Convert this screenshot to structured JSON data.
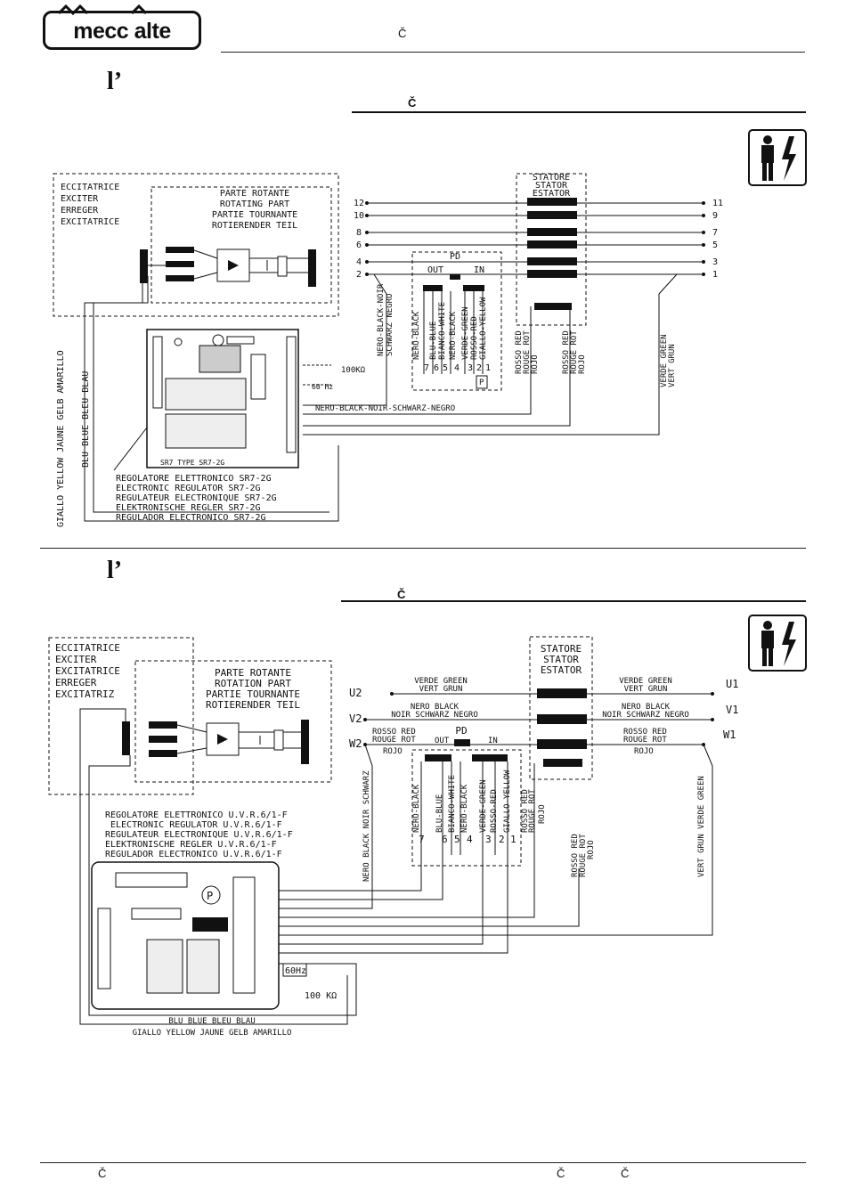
{
  "header": {
    "brand": "mecc alte",
    "top_char": "Č",
    "section1_mark": "l’",
    "section1_char": "Č",
    "section2_mark": "l’",
    "section2_char": "Č"
  },
  "footer": {
    "left_char": "Č",
    "right_char_1": "Č",
    "right_char_2": "Č"
  },
  "icons": {
    "hazard": "electric-shock-hazard-icon",
    "logo": "meccalte-crown-logo-icon"
  },
  "diagram1": {
    "exciter_labels": [
      "ECCITATRICE",
      "EXCITER",
      "ERREGER",
      "EXCITATRICE"
    ],
    "rotating_labels": [
      "PARTE ROTANTE",
      "ROTATING PART",
      "PARTIE TOURNANTE",
      "ROTIERENDER TEIL"
    ],
    "stator_labels": [
      "STATORE",
      "STATOR",
      "ESTATOR"
    ],
    "terminals_left": [
      "12",
      "10",
      "8",
      "6",
      "4",
      "2"
    ],
    "terminals_right": [
      "11",
      "9",
      "7",
      "5",
      "3",
      "1"
    ],
    "pd": "PD",
    "pd_out": "OUT",
    "pd_in": "IN",
    "pot_p": "P",
    "black_wire_left": [
      "NERO-BLACK-NOIR",
      "SCHWARZ NEGRO"
    ],
    "wire_cols": [
      "NERO-BLACK",
      "BLU-BLUE",
      "BIANCO-WHITE",
      "NERO-BLACK",
      "VERDE-GREEN",
      "ROSSO-RED",
      "GIALLO-YELLOW"
    ],
    "wire_nums": [
      "7",
      "6",
      "5",
      "4",
      "3",
      "2",
      "1"
    ],
    "red_left": [
      "ROSSO RED",
      "ROUGE ROT",
      "ROJO"
    ],
    "red_right": [
      "ROSSO RED",
      "ROUGE ROT",
      "ROJO"
    ],
    "green_right": [
      "VERDE GREEN",
      "VERT GRUN"
    ],
    "res_label": "100KΩ",
    "hz_label": "60 Hz",
    "bottom_wire": "NERO-BLACK-NOIR-SCHWARZ-NEGRO",
    "yellow_vertical": "GIALLO YELLOW JAUNE GELB AMARILLO",
    "blue_vertical": "BLU BLUE BLEU BLAU",
    "reg_labels": [
      "REGOLATORE ELETTRONICO SR7-2G",
      "ELECTRONIC REGULATOR SR7-2G",
      "REGULATEUR ELECTRONIQUE SR7-2G",
      "ELEKTRONISCHE REGLER SR7-2G",
      "REGULADOR ELECTRONICO SR7-2G"
    ],
    "board_label": "SR7 TYPE SR7-2G"
  },
  "diagram2": {
    "exciter_labels": [
      "ECCITATRICE",
      "EXCITER",
      "EXCITATRICE",
      "ERREGER",
      "EXCITATRIZ"
    ],
    "rotating_labels": [
      "PARTE ROTANTE",
      "ROTATION PART",
      "PARTIE TOURNANTE",
      "ROTIERENDER TEIL"
    ],
    "stator_labels": [
      "STATORE",
      "STATOR",
      "ESTATOR"
    ],
    "phases_left": [
      "U2",
      "V2",
      "W2"
    ],
    "phases_right": [
      "U1",
      "V1",
      "W1"
    ],
    "u_left": [
      "VERDE GREEN",
      "VERT GRUN"
    ],
    "u_right": [
      "VERDE GREEN",
      "VERT GRUN"
    ],
    "v_left": [
      "NERO BLACK",
      "NOIR SCHWARZ NEGRO"
    ],
    "v_right": [
      "NERO BLACK",
      "NOIR SCHWARZ NEGRO"
    ],
    "w_left": [
      "ROSSO RED",
      "ROUGE ROT",
      "ROJO"
    ],
    "w_right": [
      "ROSSO RED",
      "ROUGE ROT",
      "ROJO"
    ],
    "pd": "PD",
    "pd_out": "OUT",
    "pd_in": "IN",
    "black_vertical": "NERO BLACK NOIR SCHWARZ",
    "wire_cols": [
      "NERO-BLACK",
      "BLU-BLUE",
      "BIANCO-WHITE",
      "NERO-BLACK",
      "VERDE-GREEN",
      "ROSSO-RED",
      "GIALLO-YELLOW"
    ],
    "wire_nums": [
      "7",
      "6",
      "5",
      "4",
      "3",
      "2",
      "1"
    ],
    "red_stator": [
      "ROSSO RED",
      "ROUGE ROT",
      "ROJO"
    ],
    "red_vertical": [
      "ROSSO RED",
      "ROUGE ROT",
      "ROJO"
    ],
    "green_vertical": "VERT GRUN  VERDE GREEN",
    "reg_labels": [
      "REGOLATORE ELETTRONICO U.V.R.6/1-F",
      "ELECTRONIC REGULATOR U.V.R.6/1-F",
      "REGULATEUR ELECTRONIQUE U.V.R.6/1-F",
      "ELEKTRONISCHE REGLER U.V.R.6/1-F",
      "REGULADOR ELECTRONICO U.V.R.6/1-F"
    ],
    "pot_p": "P",
    "hz_label": "60Hz",
    "res_label": "100 KΩ",
    "blue_wire": "BLU BLUE BLEU BLAU",
    "yellow_wire": "GIALLO YELLOW JAUNE GELB AMARILLO"
  }
}
